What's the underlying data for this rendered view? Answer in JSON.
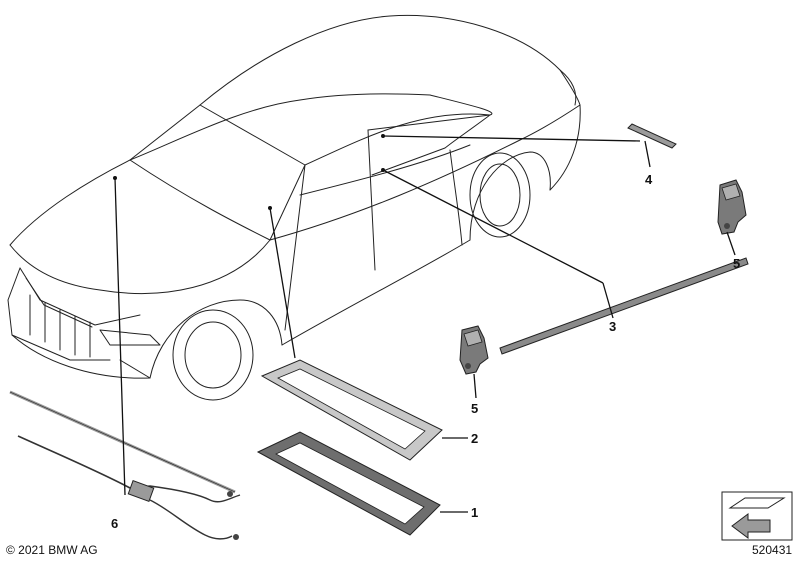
{
  "callouts": [
    {
      "id": "1",
      "label": "1"
    },
    {
      "id": "2",
      "label": "2"
    },
    {
      "id": "3",
      "label": "3"
    },
    {
      "id": "4",
      "label": "4"
    },
    {
      "id": "5a",
      "label": "5"
    },
    {
      "id": "5b",
      "label": "5"
    },
    {
      "id": "6",
      "label": "6"
    }
  ],
  "footer": {
    "copyright": "© 2021 BMW AG",
    "diagram_number": "520431"
  },
  "colors": {
    "line": "#222222",
    "part_fill_dark": "#6e6e6e",
    "part_fill_mid": "#9a9a9a",
    "part_fill_light": "#c8c8c8"
  }
}
